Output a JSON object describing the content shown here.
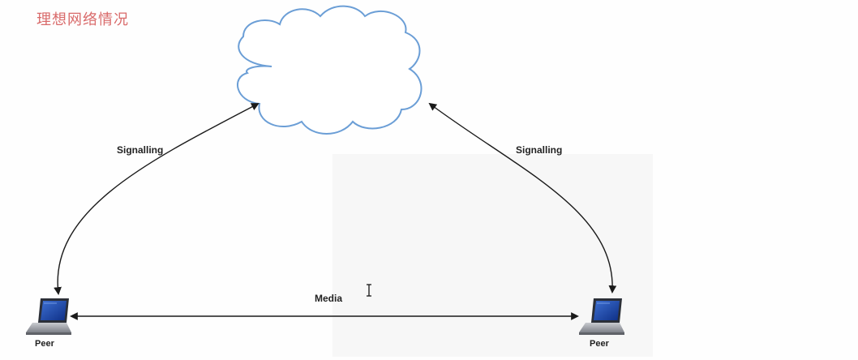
{
  "diagram": {
    "title": "理想网络情况",
    "cloud": {
      "icon": "cloud-icon",
      "stroke_color": "#6b9ed6"
    },
    "connections": {
      "left_signalling_label": "Signalling",
      "right_signalling_label": "Signalling",
      "media_label": "Media"
    },
    "peers": {
      "left": {
        "label": "Peer",
        "icon": "laptop-icon"
      },
      "right": {
        "label": "Peer",
        "icon": "laptop-icon"
      }
    },
    "colors": {
      "title": "#d96a6a",
      "arrow": "#1a1a1a",
      "label": "#222222"
    }
  }
}
